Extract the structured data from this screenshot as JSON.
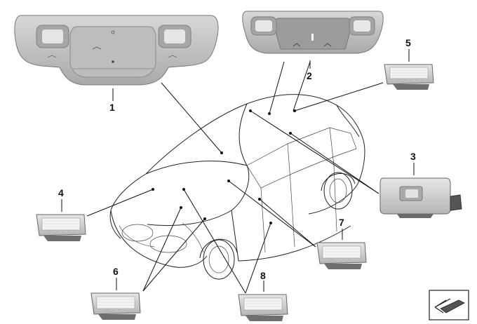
{
  "callouts": {
    "c1": "1",
    "c2": "2",
    "c3": "3",
    "c4": "4",
    "c5": "5",
    "c6": "6",
    "c8": "8",
    "c7": "7"
  },
  "colors": {
    "part_fill": "#c9c9c9",
    "part_dark": "#8d8d8d",
    "lens_fill": "#f0f0f0",
    "line": "#111111"
  }
}
